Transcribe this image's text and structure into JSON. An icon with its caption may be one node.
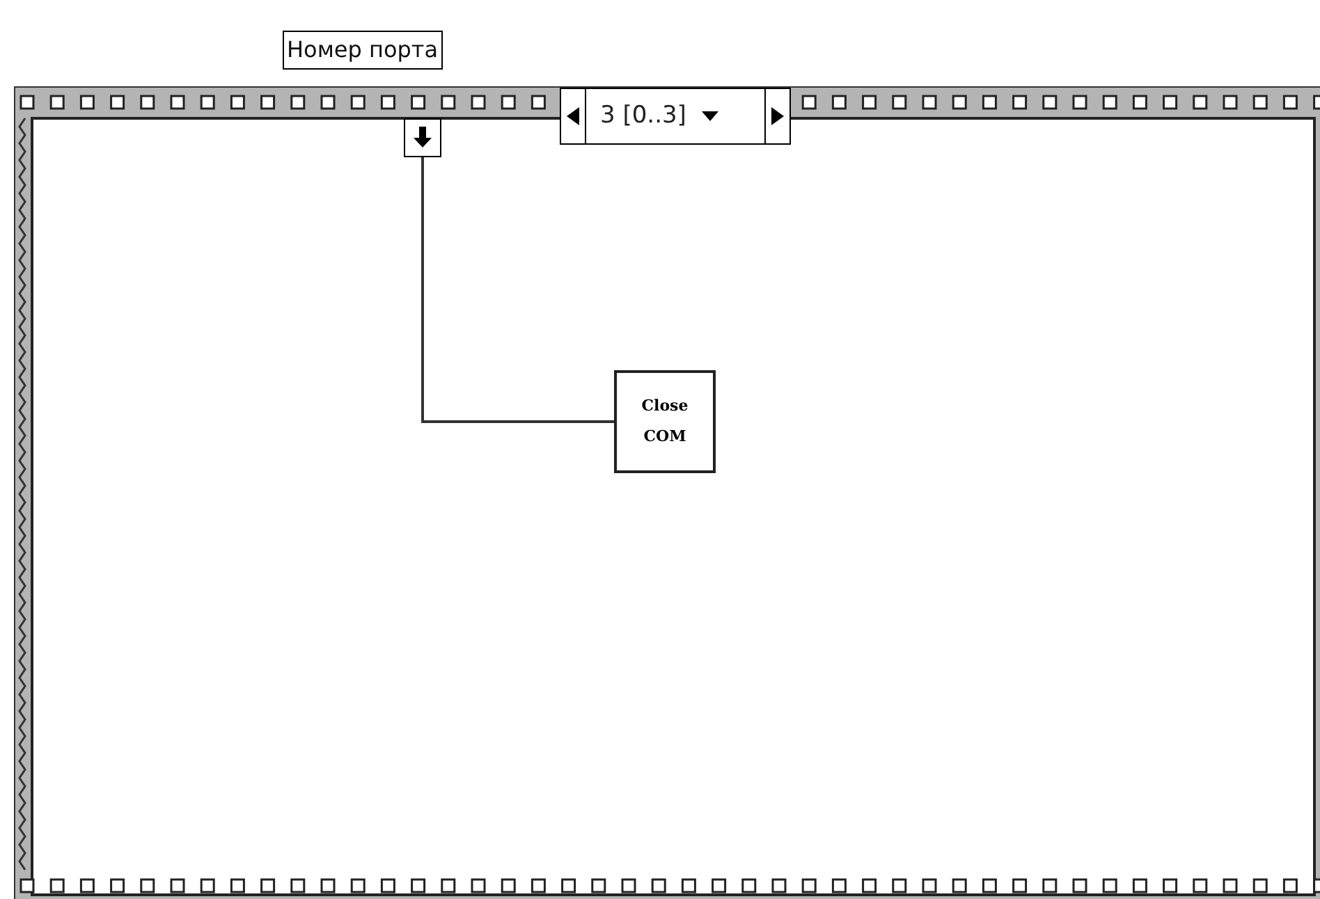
{
  "diagram": {
    "nodes": [
      {
        "text": [
          "Номер порта"
        ]
      },
      {
        "text": [],
        "shape": "box"
      },
      {
        "text": [
          "3 [0..3]"
        ],
        "in": 1
      },
      {
        "text": [],
        "shape": "box",
        "in": 1
      },
      {
        "text": [
          "Close COM"
        ],
        "in": 1
      }
    ],
    "edges": [
      {
        "from": 3,
        "to": 4,
        "arrow": "none"
      }
    ]
  }
}
